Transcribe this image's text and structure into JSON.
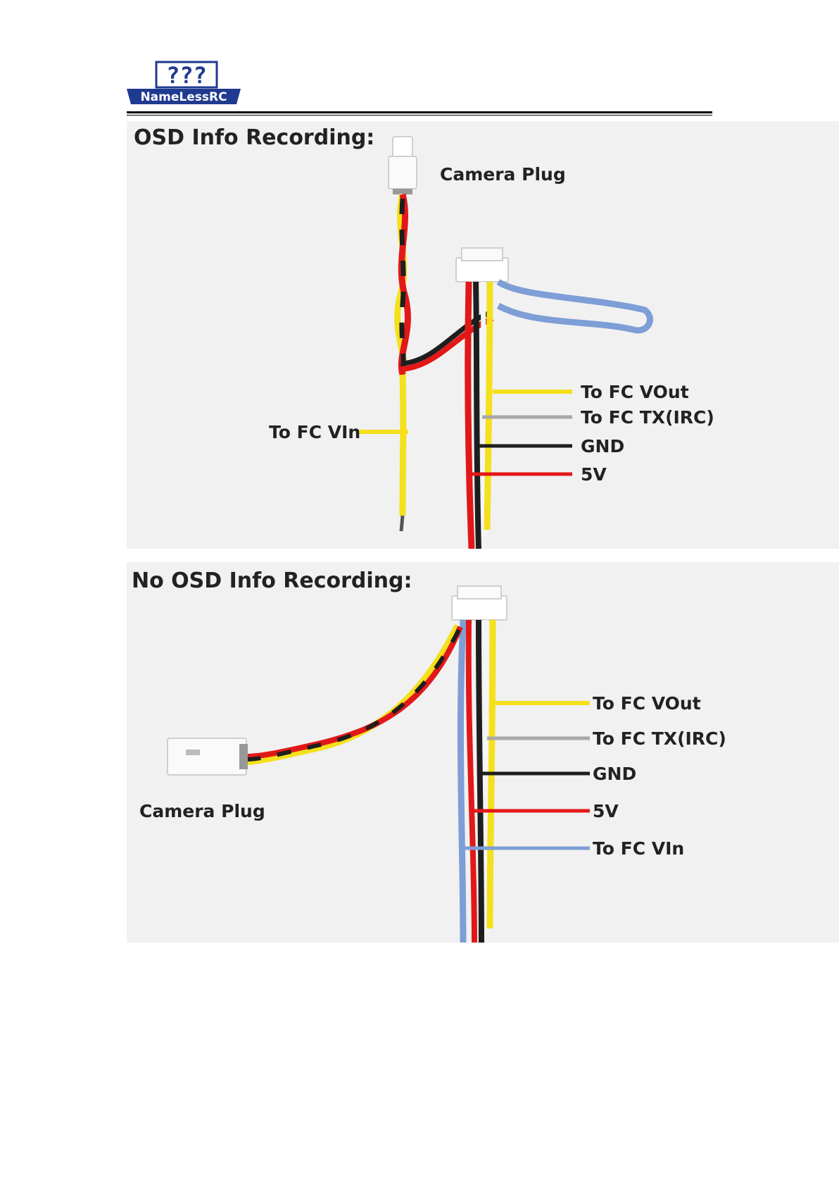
{
  "header": {
    "logo_text": "NameLessRC",
    "logo_mark": "???"
  },
  "panel1": {
    "title": "OSD Info Recording:",
    "camera_plug": "Camera Plug",
    "labels": {
      "vout": "To FC VOut",
      "tx": "To FC TX(IRC)",
      "gnd": "GND",
      "v5": "5V",
      "vin": "To FC VIn"
    }
  },
  "panel2": {
    "title": "No OSD Info Recording:",
    "camera_plug": "Camera Plug",
    "labels": {
      "vout": "To FC VOut",
      "tx": "To FC TX(IRC)",
      "gnd": "GND",
      "v5": "5V",
      "vin": "To FC VIn"
    }
  },
  "wire_colors": {
    "yellow": "#f4e01c",
    "grey": "#a8a8a8",
    "black": "#1e1e1e",
    "red": "#e21818",
    "blue": "#7d9ed6"
  }
}
